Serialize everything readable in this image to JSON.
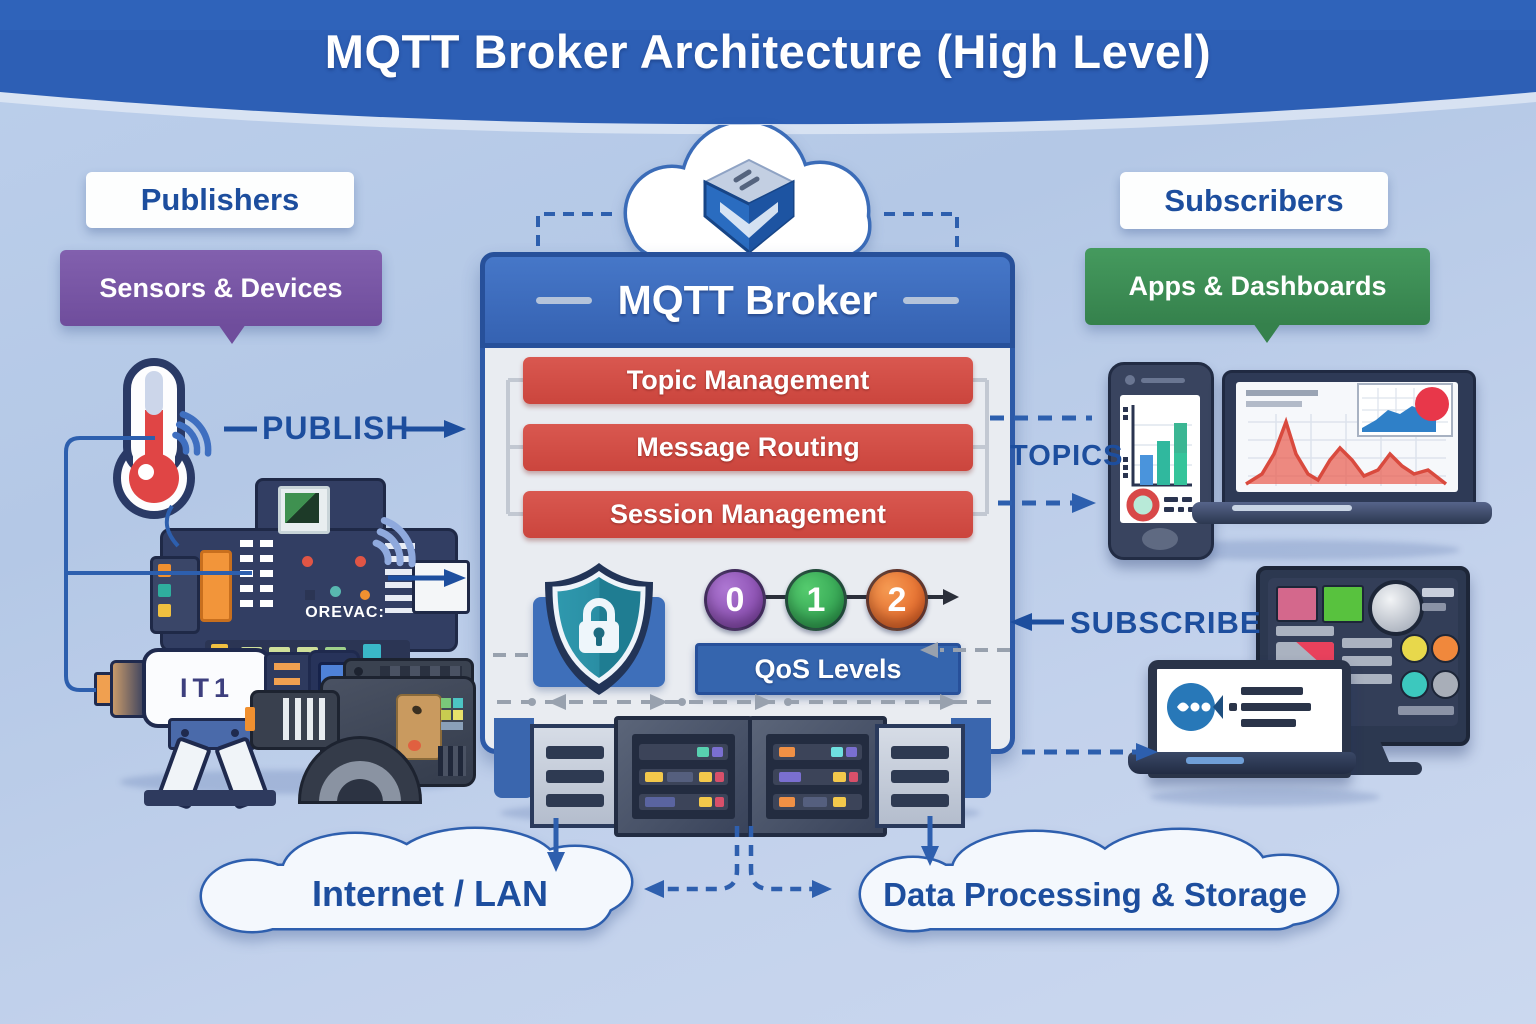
{
  "title": "MQTT Broker Architecture (High Level)",
  "publishers": {
    "label": "Publishers",
    "sublabel": "Sensors & Devices",
    "publish_label": "PUBLISH"
  },
  "subscribers": {
    "label": "Subscribers",
    "sublabel": "Apps & Dashboards",
    "topics_label": "TOPICS",
    "subscribe_label": "SUBSCRIBE"
  },
  "broker": {
    "title": "MQTT Broker",
    "components": [
      "Topic Management",
      "Message Routing",
      "Session Management"
    ],
    "qos_levels": [
      "0",
      "1",
      "2"
    ],
    "qos_label": "QoS Levels"
  },
  "devices": {
    "sensor_tag": "IT1",
    "board_tag": "OREVAC:"
  },
  "bottom": {
    "internet_label": "Internet / LAN",
    "storage_label": "Data Processing & Storage"
  },
  "colors": {
    "banner_blue": "#2d5fb5",
    "label_blue": "#1d4e9e",
    "component_red": "#d24b42",
    "publisher_purple": "#7b57a8",
    "subscriber_green": "#3e9157",
    "qos0_purple": "#8a4fb0",
    "qos1_green": "#2f9e4f",
    "qos2_orange": "#e8632c"
  }
}
